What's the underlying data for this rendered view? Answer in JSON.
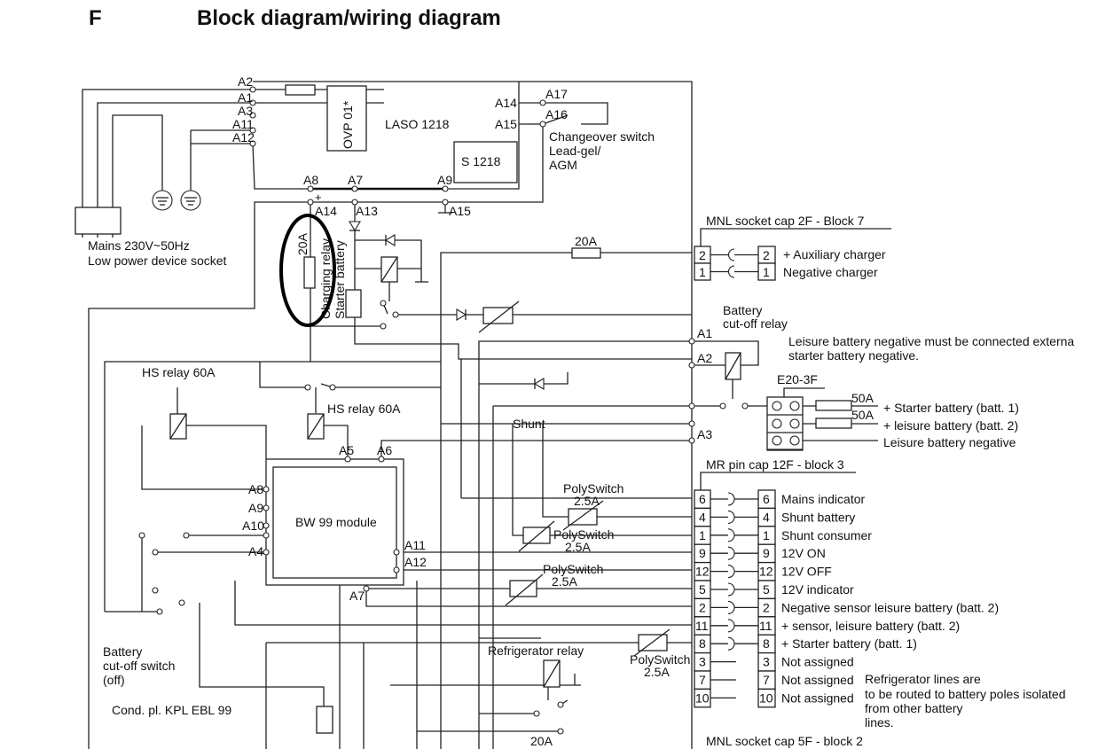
{
  "header": {
    "section": "F",
    "title": "Block diagram/wiring diagram"
  },
  "mains": {
    "line1": "Mains 230V~50Hz",
    "line2": "Low power device socket"
  },
  "laso": {
    "pins_left": [
      "A2",
      "A1",
      "A3",
      "A11",
      "A12"
    ],
    "ovp": "OVP 01*",
    "name": "LASO 1218",
    "s_module": "S 1218",
    "pins_right": [
      "A14",
      "A15"
    ],
    "switch_pins": [
      "A17",
      "A16"
    ],
    "bus_pins_top": [
      "A8",
      "A7",
      "A9"
    ],
    "bus_pins_bottom": [
      "A14",
      "A13",
      "A15"
    ],
    "plus": "+"
  },
  "changeover": {
    "line1": "Changeover switch",
    "line2": "Lead-gel/",
    "line3": "AGM"
  },
  "charging": {
    "fuse": "20A",
    "relay": "Charging relay",
    "battery": "Starter battery"
  },
  "fuse_20a": "20A",
  "mnl7": {
    "header": "MNL socket cap 2F - Block 7",
    "pins": [
      "2",
      "1"
    ],
    "labels": [
      "+ Auxiliary charger",
      "Negative charger"
    ]
  },
  "cutoff_relay": {
    "line1": "Battery",
    "line2": "cut-off relay",
    "pins": [
      "A1",
      "A2",
      "A3"
    ]
  },
  "note1": {
    "line1": "Leisure battery negative must be connected externa",
    "line2": "starter battery negative."
  },
  "e20": {
    "label": "E20-3F",
    "fuses": [
      "50A",
      "50A"
    ],
    "labels": [
      "+ Starter battery (batt. 1)",
      "+ leisure battery (batt. 2)",
      "Leisure battery negative"
    ]
  },
  "hs_relay": [
    "HS relay 60A",
    "HS relay 60A"
  ],
  "shunt": "Shunt",
  "bw99": {
    "name": "BW 99 module",
    "pins": {
      "a5": "A5",
      "a6": "A6",
      "a8": "A8",
      "a9": "A9",
      "a10": "A10",
      "a4": "A4",
      "a11": "A11",
      "a12": "A12",
      "a7": "A7"
    }
  },
  "polyswitches": [
    {
      "name": "PolySwitch",
      "rating": "2.5A"
    },
    {
      "name": "PolySwitch",
      "rating": "2.5A"
    },
    {
      "name": "PolySwitch",
      "rating": "2.5A"
    },
    {
      "name": "PolySwitch",
      "rating": "2.5A"
    }
  ],
  "mr12": {
    "header": "MR pin cap 12F - block 3",
    "pins": [
      {
        "pin": "6",
        "label": "Mains indicator"
      },
      {
        "pin": "4",
        "label": "Shunt battery"
      },
      {
        "pin": "1",
        "label": "Shunt consumer"
      },
      {
        "pin": "9",
        "label": "12V ON"
      },
      {
        "pin": "12",
        "label": "12V OFF"
      },
      {
        "pin": "5",
        "label": "12V indicator"
      },
      {
        "pin": "2",
        "label": "Negative sensor leisure battery (batt. 2)"
      },
      {
        "pin": "11",
        "label": "+ sensor, leisure battery (batt. 2)"
      },
      {
        "pin": "8",
        "label": "+ Starter battery (batt. 1)"
      },
      {
        "pin": "3",
        "label": "Not assigned"
      },
      {
        "pin": "7",
        "label": "Not assigned"
      },
      {
        "pin": "10",
        "label": "Not assigned"
      }
    ]
  },
  "note2": {
    "line1": "Refrigerator lines are",
    "line2": "to be routed to battery poles isolated",
    "line3": "from other battery",
    "line4": "lines."
  },
  "cutoff_switch": {
    "line1": "Battery",
    "line2": "cut-off switch",
    "line3": "(off)"
  },
  "cond_pl": "Cond. pl. KPL EBL 99",
  "fridge_relay": {
    "label": "Refrigerator relay",
    "fuse": "20A"
  },
  "mnl5": "MNL socket cap 5F - block 2",
  "highlight_color": "#000000"
}
